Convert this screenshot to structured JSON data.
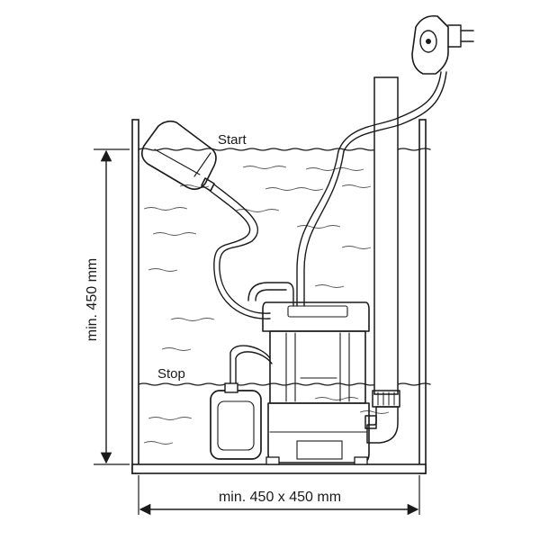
{
  "labels": {
    "start": "Start",
    "stop": "Stop",
    "height": "min. 450 mm",
    "width": "min. 450 x 450 mm"
  },
  "colors": {
    "line": "#1a1a1a",
    "wave": "#555555",
    "background": "#ffffff"
  }
}
